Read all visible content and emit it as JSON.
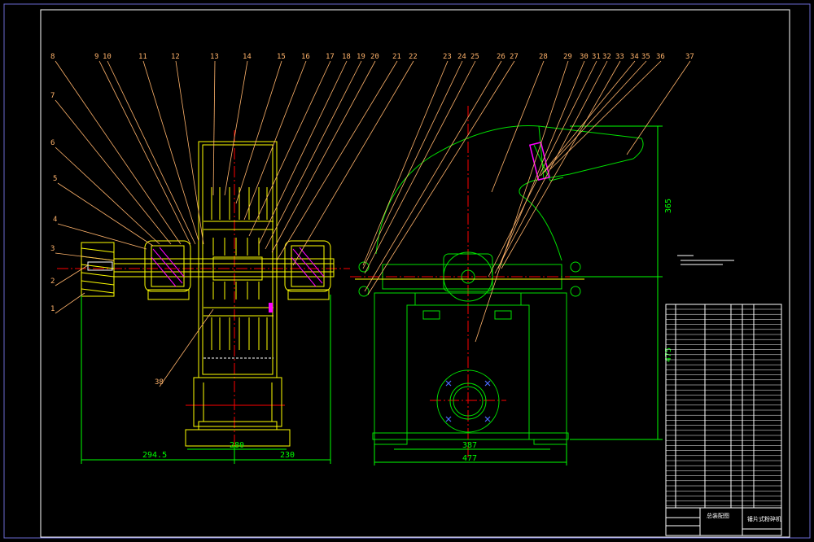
{
  "drawing": {
    "balloon_labels": [
      "1",
      "2",
      "3",
      "4",
      "5",
      "6",
      "7",
      "8",
      "9",
      "10",
      "11",
      "12",
      "13",
      "14",
      "15",
      "16",
      "17",
      "18",
      "19",
      "20",
      "21",
      "22",
      "23",
      "24",
      "25",
      "26",
      "27",
      "28",
      "29",
      "30",
      "31",
      "32",
      "33",
      "34",
      "35",
      "36",
      "37",
      "38"
    ],
    "dimensions": {
      "left_overall": "294.5",
      "left_inner": "280",
      "left_right": "230",
      "right_inner": "387",
      "right_overall": "477",
      "vertical_upper": "365",
      "vertical_lower": "475"
    },
    "title_block": {
      "drawing_name": "总装配图",
      "school": "锤片式粉碎机"
    }
  },
  "colors": {
    "background": "#000000",
    "frame": "#ffffff",
    "outline": "#ffff00",
    "centerline": "#ff0000",
    "leader": "#ffb36b",
    "housing": "#00e000",
    "hatch": "#ff00ff",
    "dimension": "#00ffff"
  }
}
